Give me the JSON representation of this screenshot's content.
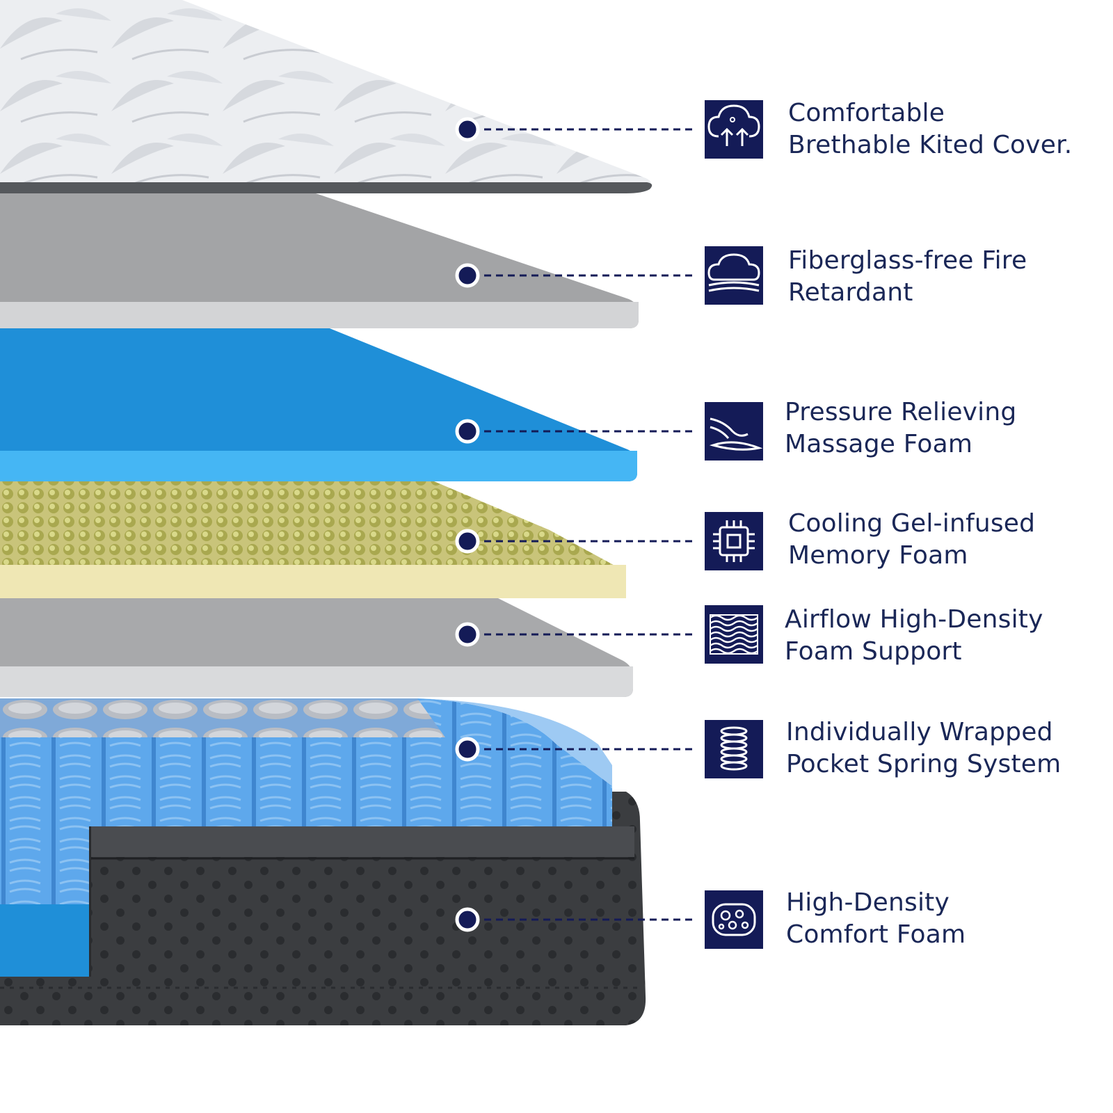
{
  "colors": {
    "navy": "#141b57",
    "cover": "#e9ecef",
    "fire_retardant": "#a3a4a6",
    "massage_foam": "#1f8fd8",
    "memory_foam": "#e9e2a6",
    "support_foam": "#a8a9ab",
    "springs": "#5ea8ec",
    "comfort_foam": "#3b3d40"
  },
  "layers": [
    {
      "icon": "cloud-arrows-icon",
      "line1": "Comfortable",
      "line2": "Brethable Kited Cover."
    },
    {
      "icon": "cloud-layers-icon",
      "line1": "Fiberglass-free Fire",
      "line2": "Retardant"
    },
    {
      "icon": "hand-foam-icon",
      "line1": "Pressure Relieving",
      "line2": "Massage Foam"
    },
    {
      "icon": "chip-icon",
      "line1": "Cooling Gel-infused",
      "line2": "Memory Foam"
    },
    {
      "icon": "mesh-icon",
      "line1": "Airflow High-Density",
      "line2": "Foam Support"
    },
    {
      "icon": "spring-icon",
      "line1": "Individually Wrapped",
      "line2": "Pocket Spring System"
    },
    {
      "icon": "sponge-icon",
      "line1": "High-Density",
      "line2": "Comfort Foam"
    }
  ]
}
